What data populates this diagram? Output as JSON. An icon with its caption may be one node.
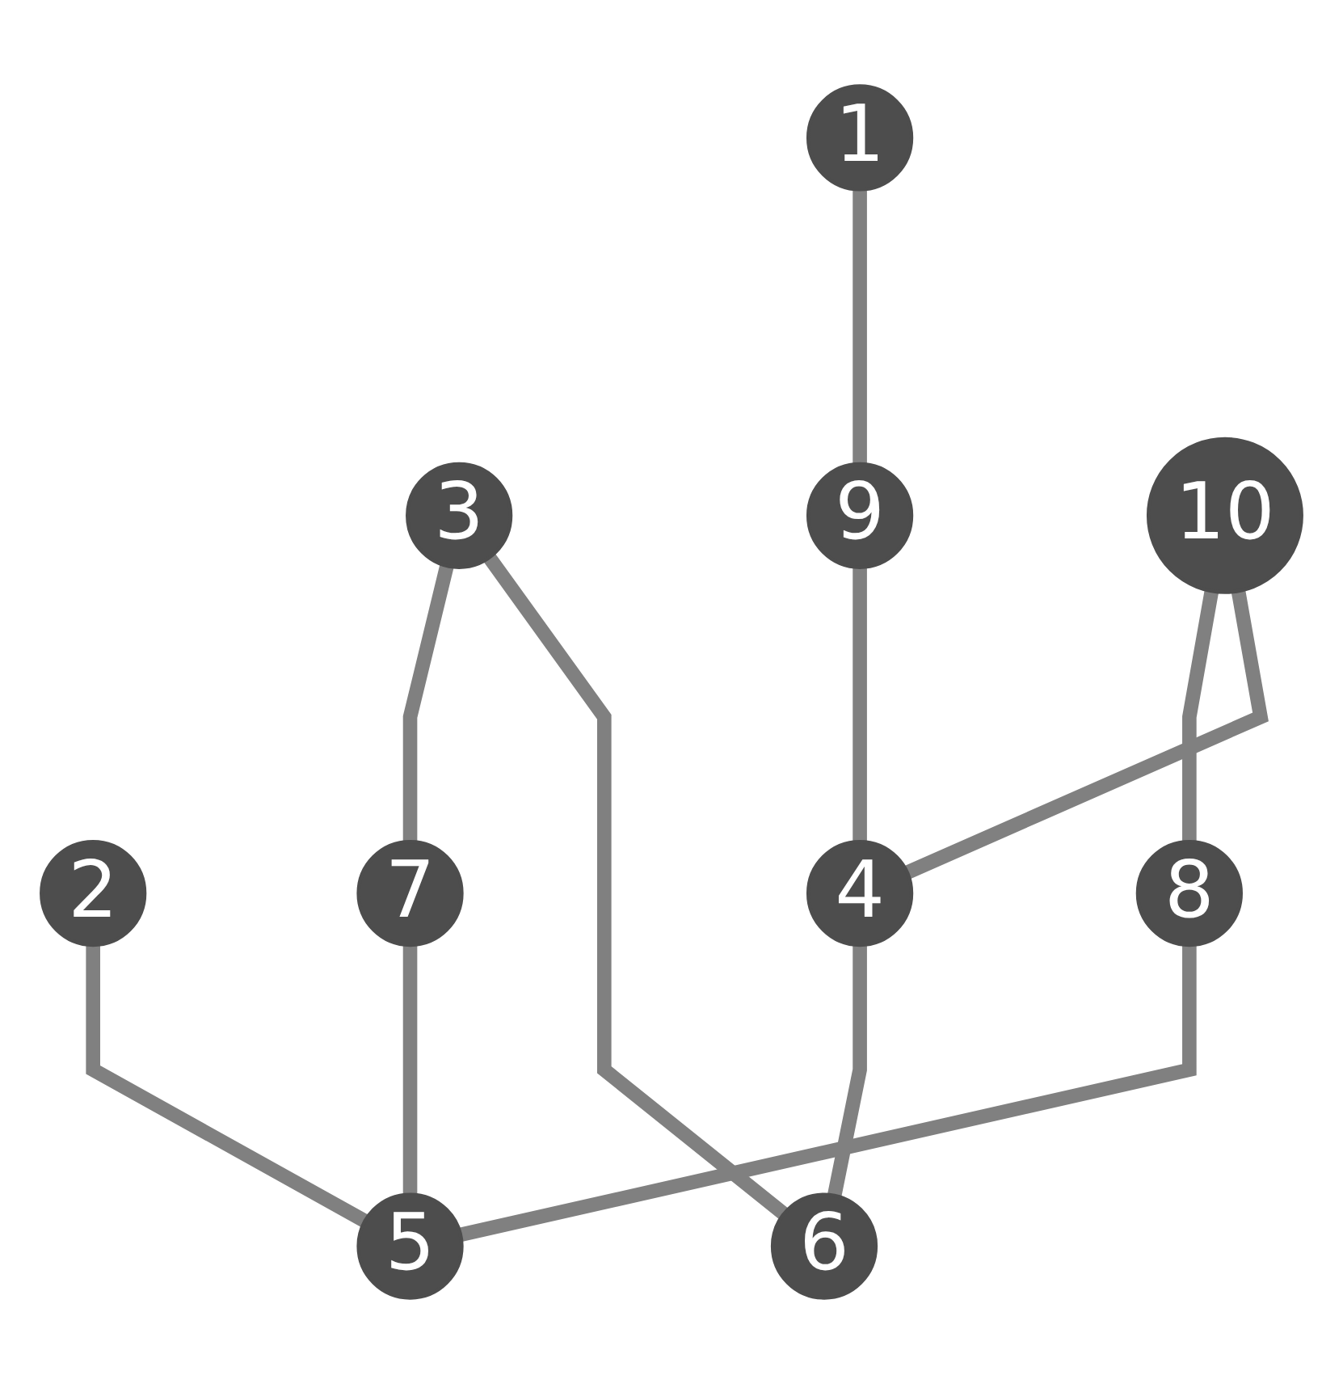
{
  "diagram": {
    "nodes": [
      {
        "text": [
          "1"
        ]
      },
      {
        "text": [
          "2"
        ]
      },
      {
        "text": [
          "3"
        ]
      },
      {
        "text": [
          "4"
        ]
      },
      {
        "text": [
          "5"
        ]
      },
      {
        "text": [
          "6"
        ]
      },
      {
        "text": [
          "7"
        ]
      },
      {
        "text": [
          "8"
        ]
      },
      {
        "text": [
          "9"
        ]
      },
      {
        "text": [
          "10"
        ]
      }
    ],
    "edges": [
      {
        "from": 0,
        "to": 8,
        "arrow": "none"
      },
      {
        "from": 9,
        "to": 7,
        "arrow": "none"
      },
      {
        "from": 9,
        "to": 3,
        "arrow": "none"
      },
      {
        "from": 1,
        "to": 4,
        "arrow": "none"
      },
      {
        "from": 8,
        "to": 3,
        "arrow": "none"
      },
      {
        "from": 2,
        "to": 6,
        "arrow": "none"
      },
      {
        "from": 2,
        "to": 5,
        "arrow": "none"
      },
      {
        "from": 3,
        "to": 5,
        "arrow": "none"
      },
      {
        "from": 7,
        "to": 4,
        "arrow": "none"
      },
      {
        "from": 6,
        "to": 4,
        "arrow": "none"
      }
    ]
  }
}
